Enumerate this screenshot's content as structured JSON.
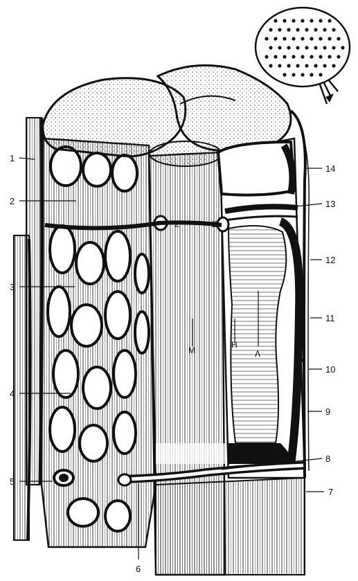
{
  "figure": {
    "callouts": [
      {
        "id": "c1",
        "text": "1"
      },
      {
        "id": "c2",
        "text": "2"
      },
      {
        "id": "c3",
        "text": "3"
      },
      {
        "id": "c4",
        "text": "4"
      },
      {
        "id": "c5",
        "text": "5"
      },
      {
        "id": "c6",
        "text": "6"
      },
      {
        "id": "c7",
        "text": "7"
      },
      {
        "id": "c8",
        "text": "8"
      },
      {
        "id": "c9",
        "text": "9"
      },
      {
        "id": "c10",
        "text": "10"
      },
      {
        "id": "c11",
        "text": "11"
      },
      {
        "id": "c12",
        "text": "12"
      },
      {
        "id": "c13",
        "text": "13"
      },
      {
        "id": "c14",
        "text": "14"
      }
    ],
    "zone_labels": {
      "m": "M",
      "h": "H",
      "a": "A",
      "z_left": "Z",
      "z_right": "Z"
    },
    "colors": {
      "ink": "#111111",
      "paper": "#ffffff",
      "stipple": "#555555"
    }
  }
}
